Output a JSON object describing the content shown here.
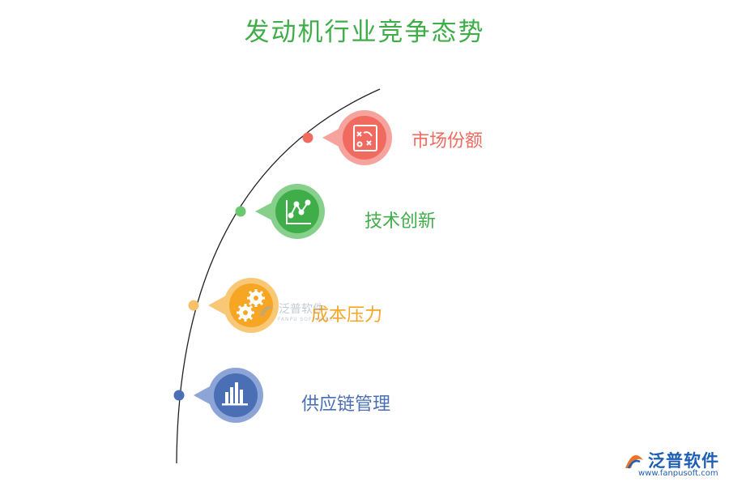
{
  "title": "发动机行业竞争态势",
  "items": [
    {
      "label": "市场份额",
      "color": "#f06a60",
      "ring": "#f7a39d",
      "icon": "tactics-board-icon"
    },
    {
      "label": "技术创新",
      "color": "#3fae49",
      "ring": "#86d08c",
      "icon": "line-chart-icon"
    },
    {
      "label": "成本压力",
      "color": "#f6a623",
      "ring": "#f9c877",
      "icon": "gears-icon"
    },
    {
      "label": "供应链管理",
      "color": "#4a6fb5",
      "ring": "#8da5d6",
      "icon": "bar-chart-icon"
    }
  ],
  "watermark": {
    "text": "泛普软件",
    "sub": "FANPU SOFTWARE"
  },
  "brand": {
    "name": "泛普软件",
    "url": "www.fanpusoft.com",
    "color": "#1f5fb3"
  }
}
